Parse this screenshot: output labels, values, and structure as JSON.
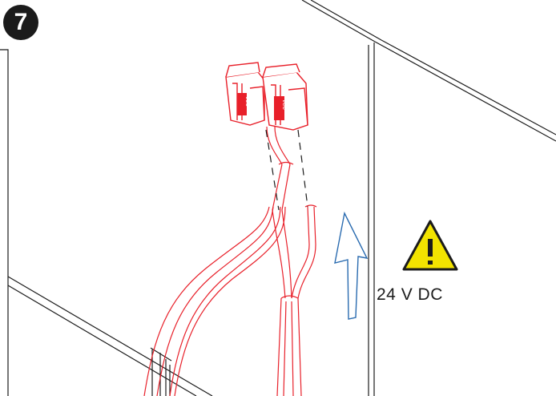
{
  "step": {
    "number": "7"
  },
  "warning": {
    "label": "24 V DC",
    "symbol": "!"
  },
  "connectors": [
    {
      "marking": "221"
    },
    {
      "marking": "221"
    }
  ],
  "colors": {
    "line": "#1b1b1b",
    "cable": "#e8202a",
    "arrow": "#2b6cb0",
    "warning_fill": "#f2e300"
  },
  "icons": {
    "warning": "warning-triangle-icon",
    "direction": "arrow-up-icon"
  }
}
